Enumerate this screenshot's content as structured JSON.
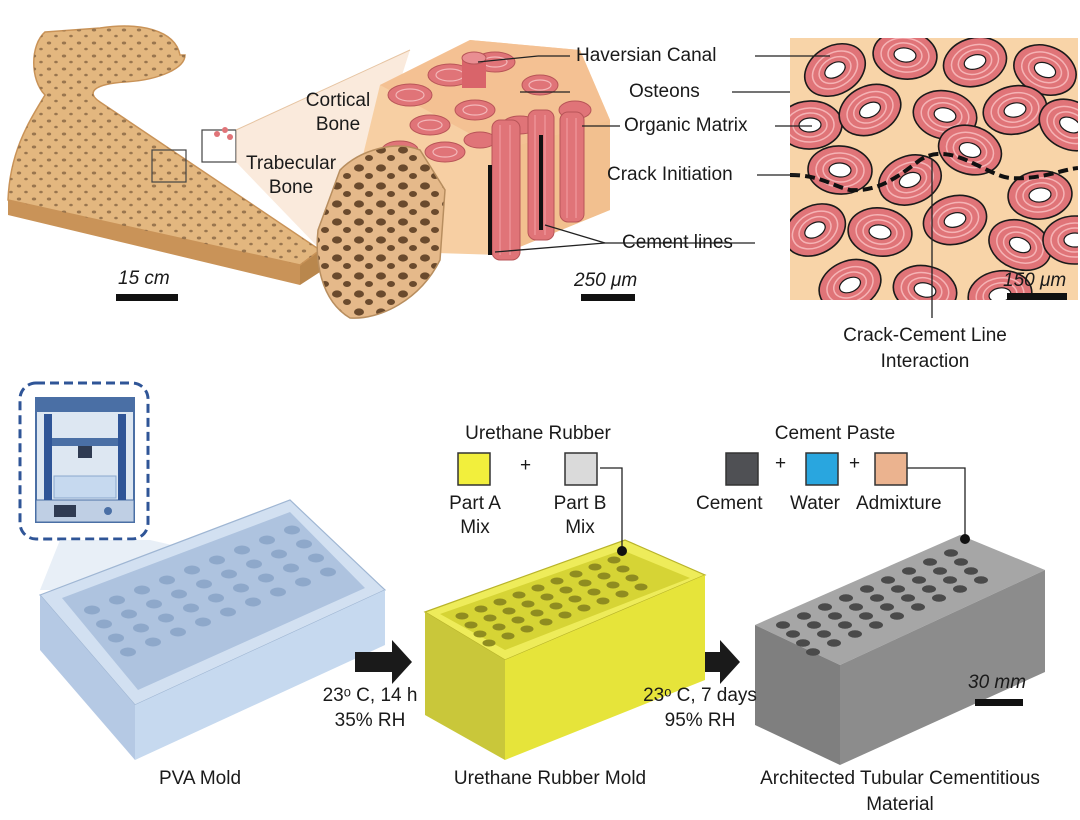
{
  "bone": {
    "cortical": "Cortical",
    "cortical_2": "Bone",
    "trabecular": "Trabecular",
    "trabecular_2": "Bone",
    "haversian": "Haversian Canal",
    "osteons": "Osteons",
    "organic_matrix": "Organic Matrix",
    "crack_initiation": "Crack Initiation",
    "cement_lines": "Cement lines",
    "interaction_1": "Crack-Cement Line",
    "interaction_2": "Interaction",
    "scale_bone": "15 cm",
    "scale_section": "250 μm",
    "scale_micro": "150 μm"
  },
  "process": {
    "pva_mold": "PVA Mold",
    "urethane_title": "Urethane Rubber",
    "part_a_1": "Part A",
    "part_a_2": "Mix",
    "part_b_1": "Part B",
    "part_b_2": "Mix",
    "plus": "+",
    "cure1_a": "23ᵒ C, 14 h",
    "cure1_b": "35% RH",
    "urethane_mold": "Urethane Rubber Mold",
    "cement_title": "Cement Paste",
    "cement": "Cement",
    "water": "Water",
    "admixture": "Admixture",
    "cure2_a": "23ᵒ C, 7 days",
    "cure2_b": "95% RH",
    "final_1": "Architected Tubular Cementitious",
    "final_2": "Material",
    "scale_mm": "30 mm"
  },
  "colors": {
    "bone_tan": "#e3b77f",
    "bone_side": "#c99358",
    "osteon": "#e07478",
    "matrix": "#f8d4a8",
    "pva": "#c6d9ef",
    "rubber": "#e6e43a",
    "cement_grey": "#8c8c8c",
    "printer_frame": "#2f5597",
    "swatch_a": "#f2ef3c",
    "swatch_b": "#dadada",
    "swatch_cement": "#4f5054",
    "swatch_water": "#29a6df",
    "swatch_admixture": "#ebb38f"
  }
}
